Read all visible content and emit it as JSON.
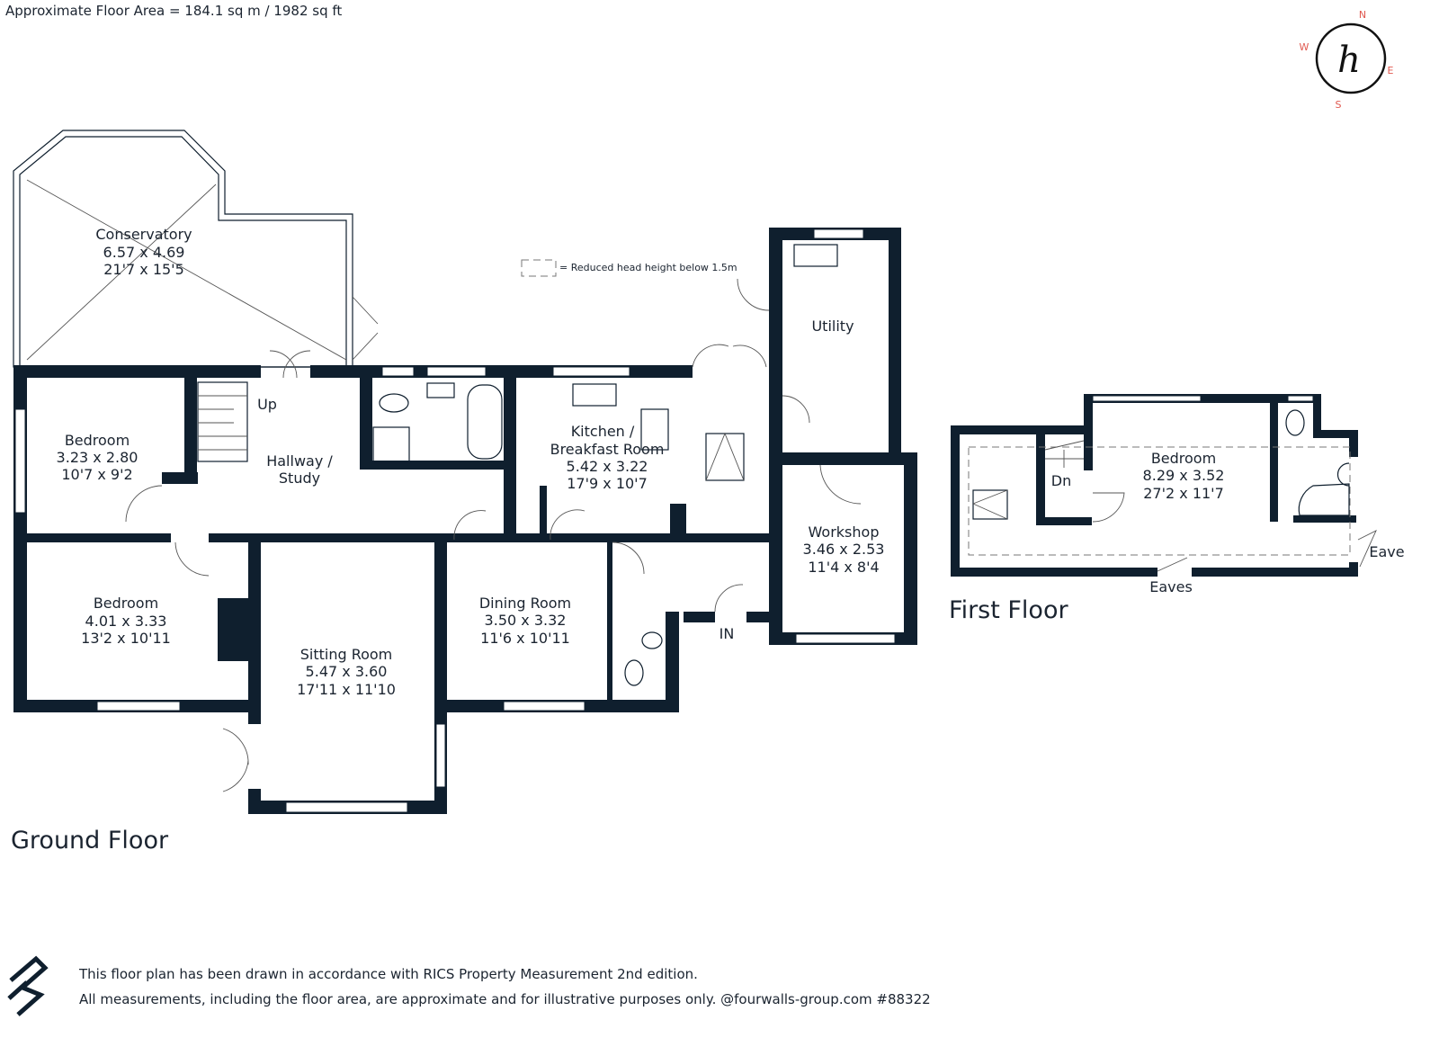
{
  "header": {
    "floor_area": "Approximate Floor Area = 184.1 sq m / 1982 sq ft"
  },
  "compass": {
    "n": "N",
    "s": "S",
    "e": "E",
    "w": "W",
    "logo": "h",
    "accent": "#e0584f"
  },
  "legend": {
    "text": "= Reduced head height below 1.5m"
  },
  "ground_floor": {
    "title": "Ground Floor",
    "rooms": [
      {
        "name": "Conservatory",
        "metric": "6.57 x 4.69",
        "imperial": "21'7 x 15'5"
      },
      {
        "name": "Bedroom",
        "metric": "3.23 x 2.80",
        "imperial": "10'7 x 9'2"
      },
      {
        "name": "Hallway /",
        "metric": "Study",
        "imperial": ""
      },
      {
        "name": "Kitchen /",
        "metric": "Breakfast Room",
        "imperial": "5.42 x 3.22",
        "extra": "17'9 x 10'7"
      },
      {
        "name": "Utility"
      },
      {
        "name": "Bedroom",
        "metric": "4.01 x 3.33",
        "imperial": "13'2 x 10'11"
      },
      {
        "name": "Sitting Room",
        "metric": "5.47 x 3.60",
        "imperial": "17'11 x 11'10"
      },
      {
        "name": "Dining Room",
        "metric": "3.50 x 3.32",
        "imperial": "11'6 x 10'11"
      },
      {
        "name": "Workshop",
        "metric": "3.46 x 2.53",
        "imperial": "11'4 x 8'4"
      }
    ],
    "up": "Up",
    "in": "IN"
  },
  "first_floor": {
    "title": "First Floor",
    "bedroom": {
      "name": "Bedroom",
      "metric": "8.29 x 3.52",
      "imperial": "27'2 x 11'7"
    },
    "dn": "Dn",
    "eaves_bottom": "Eaves",
    "eaves_right": "Eave"
  },
  "footer": {
    "line1": "This floor plan has been drawn in accordance with RICS Property Measurement 2nd edition.",
    "line2": "All measurements, including the floor area, are approximate and for illustrative purposes only. @fourwalls-group.com #88322"
  }
}
